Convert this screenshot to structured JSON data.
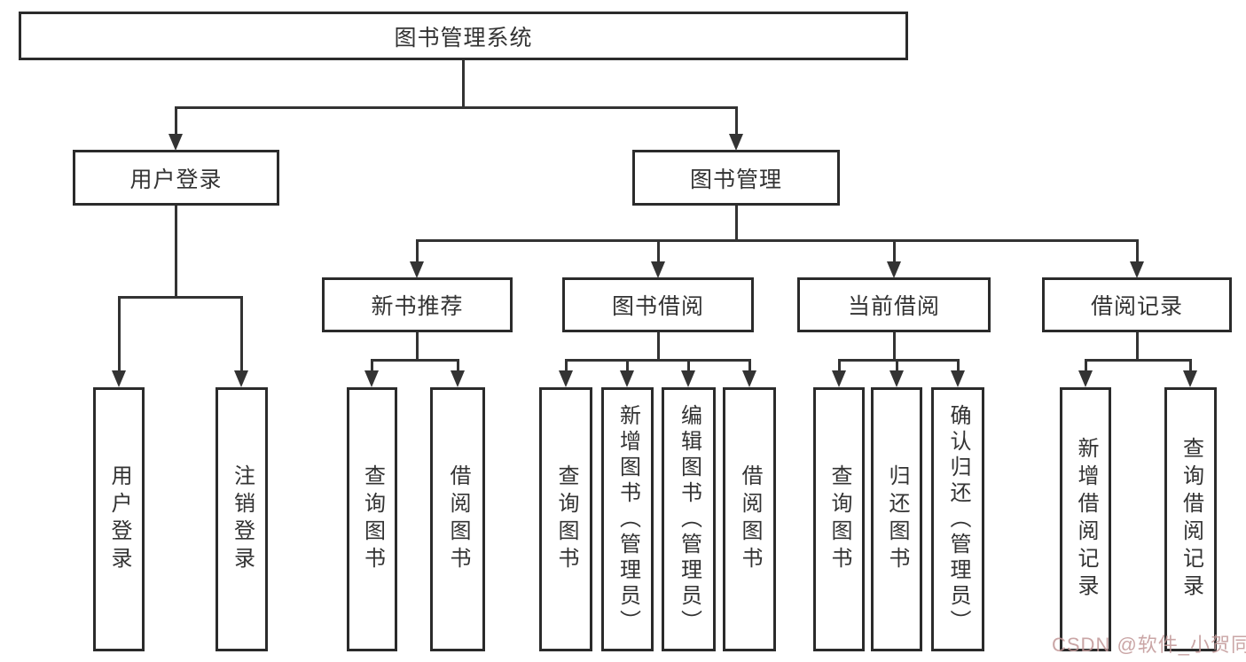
{
  "diagram": {
    "title": "图书管理系统",
    "level1": [
      {
        "label": "用户登录",
        "children": [
          {
            "label": "用户登录"
          },
          {
            "label": "注销登录"
          }
        ]
      },
      {
        "label": "图书管理",
        "children": [
          {
            "label": "新书推荐",
            "children": [
              {
                "label": "查询图书"
              },
              {
                "label": "借阅图书"
              }
            ]
          },
          {
            "label": "图书借阅",
            "children": [
              {
                "label": "查询图书"
              },
              {
                "label": "新增图书（管理员）"
              },
              {
                "label": "编辑图书（管理员）"
              },
              {
                "label": "借阅图书"
              }
            ]
          },
          {
            "label": "当前借阅",
            "children": [
              {
                "label": "查询图书"
              },
              {
                "label": "归还图书"
              },
              {
                "label": "确认归还（管理员）"
              }
            ]
          },
          {
            "label": "借阅记录",
            "children": [
              {
                "label": "新增借阅记录"
              },
              {
                "label": "查询借阅记录"
              }
            ]
          }
        ]
      }
    ]
  },
  "watermark": {
    "text": "CSDN @软件_小贺同学",
    "color": "#c19696"
  },
  "colors": {
    "line": "#333333",
    "border": "#2b2b2b",
    "text": "#333333",
    "background": "#ffffff"
  }
}
